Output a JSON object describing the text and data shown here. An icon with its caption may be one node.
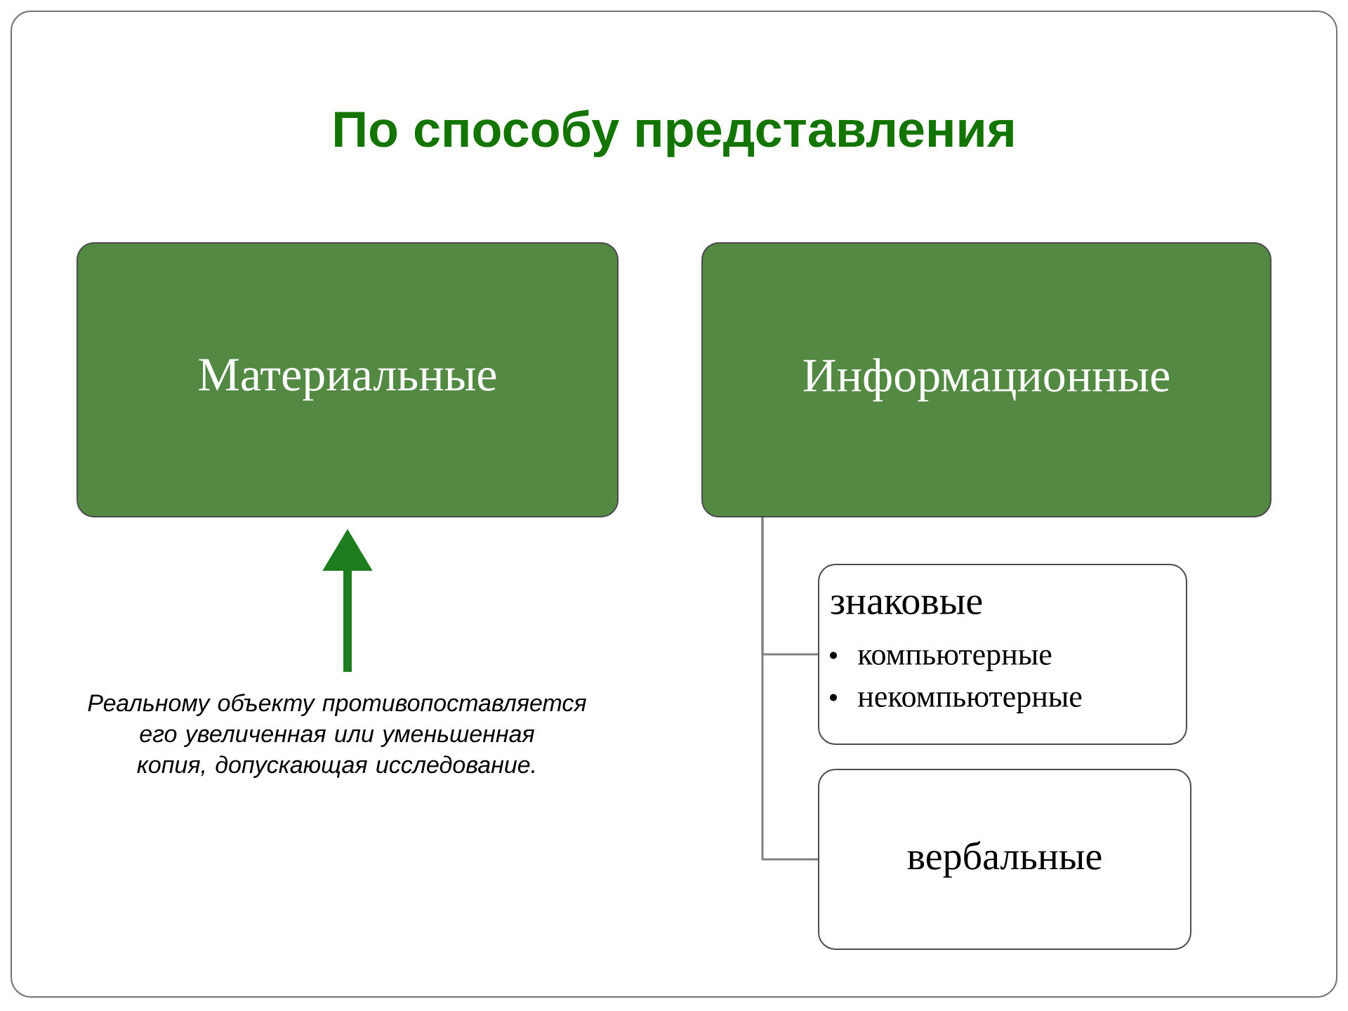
{
  "diagram": {
    "title": "По способу представления",
    "nodes": [
      {
        "text": [
          "Материальные"
        ]
      },
      {
        "text": [
          "Информационные"
        ]
      },
      {
        "text": [
          "знаковые",
          "компьютерные",
          "некомпьютерные"
        ]
      },
      {
        "text": [
          "вербальные"
        ]
      },
      {
        "text": [
          "Реальному объекту противопоставляется его увеличенная или уменьшенная копия, допускающая исследование."
        ]
      }
    ],
    "edges": [
      {
        "from": 1,
        "to": 2,
        "arrow": "none"
      },
      {
        "from": 1,
        "to": 3,
        "arrow": "none"
      },
      {
        "from": 4,
        "to": 0,
        "arrow": "to",
        "style": "thick",
        "color": "#1e7d1e"
      }
    ]
  }
}
